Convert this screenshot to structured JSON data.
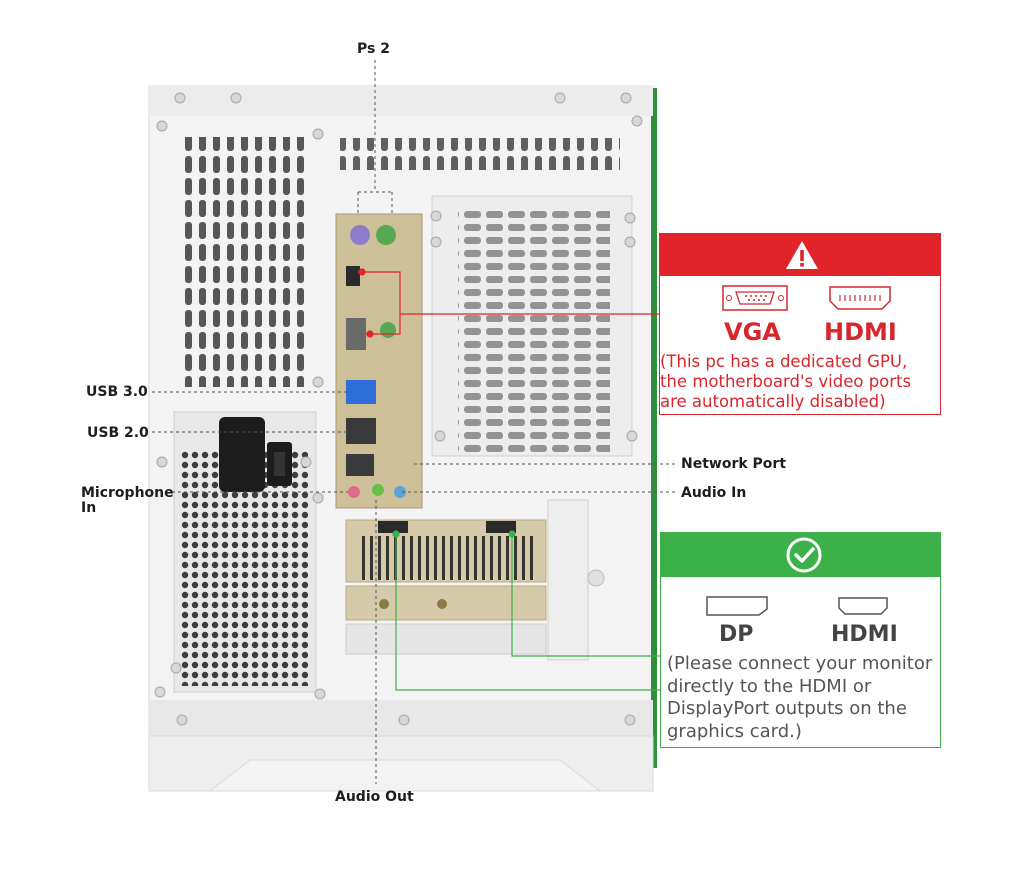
{
  "labels": {
    "ps2": "Ps 2",
    "usb30": "USB 3.0",
    "usb20": "USB 2.0",
    "microphone_line1": "Microphone",
    "microphone_line2": "In",
    "network_port": "Network Port",
    "audio_in": "Audio In",
    "audio_out": "Audio Out"
  },
  "warning_panel": {
    "icon": "warning-triangle-icon",
    "port_1": "VGA",
    "port_2": "HDMI",
    "note": "(This pc has a dedicated GPU,\nthe motherboard's video ports\nare automatically disabled)"
  },
  "ok_panel": {
    "icon": "check-circle-icon",
    "port_1": "DP",
    "port_2": "HDMI",
    "note": "(Please connect your monitor\ndirectly to the HDMI or\nDisplayPort outputs on the\ngraphics card.)"
  },
  "colors": {
    "warning_red": "#e0242a",
    "ok_green": "#3cb049",
    "label_text": "#1e1e1e",
    "case_white": "#f2f2f2"
  }
}
